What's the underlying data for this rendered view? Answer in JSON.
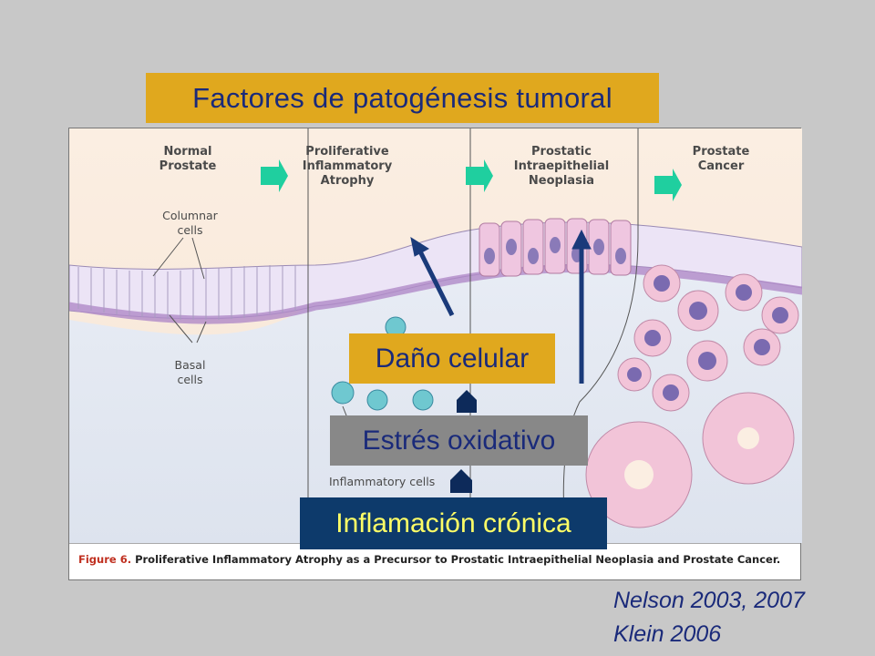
{
  "title": "Factores de patogénesis tumoral",
  "figure": {
    "stages": [
      "Normal\nProstate",
      "Proliferative\nInflammatory\nAtrophy",
      "Prostatic\nIntraepithelial\nNeoplasia",
      "Prostate\nCancer"
    ],
    "annotations": {
      "columnar": "Columnar\ncells",
      "basal": "Basal\ncells",
      "inflammatory": "Inflammatory cells"
    },
    "caption_number": "Figure 6.",
    "caption_text": " Proliferative Inflammatory Atrophy as a Precursor to Prostatic Intraepithelial Neoplasia and Prostate Cancer."
  },
  "boxes": {
    "dano": "Daño celular",
    "estres": "Estrés oxidativo",
    "inflamacion": "Inflamación crónica"
  },
  "references": [
    "Nelson 2003, 2007",
    "Klein 2006"
  ],
  "colors": {
    "title_bg": "#e0a81e",
    "title_text": "#1a2a7a",
    "estres_bg": "#888888",
    "inflamacion_bg": "#0d3a6b",
    "inflamacion_text": "#ffff66",
    "arrow_green": "#1fcf9f",
    "arrow_navy": "#1a3a7a"
  }
}
